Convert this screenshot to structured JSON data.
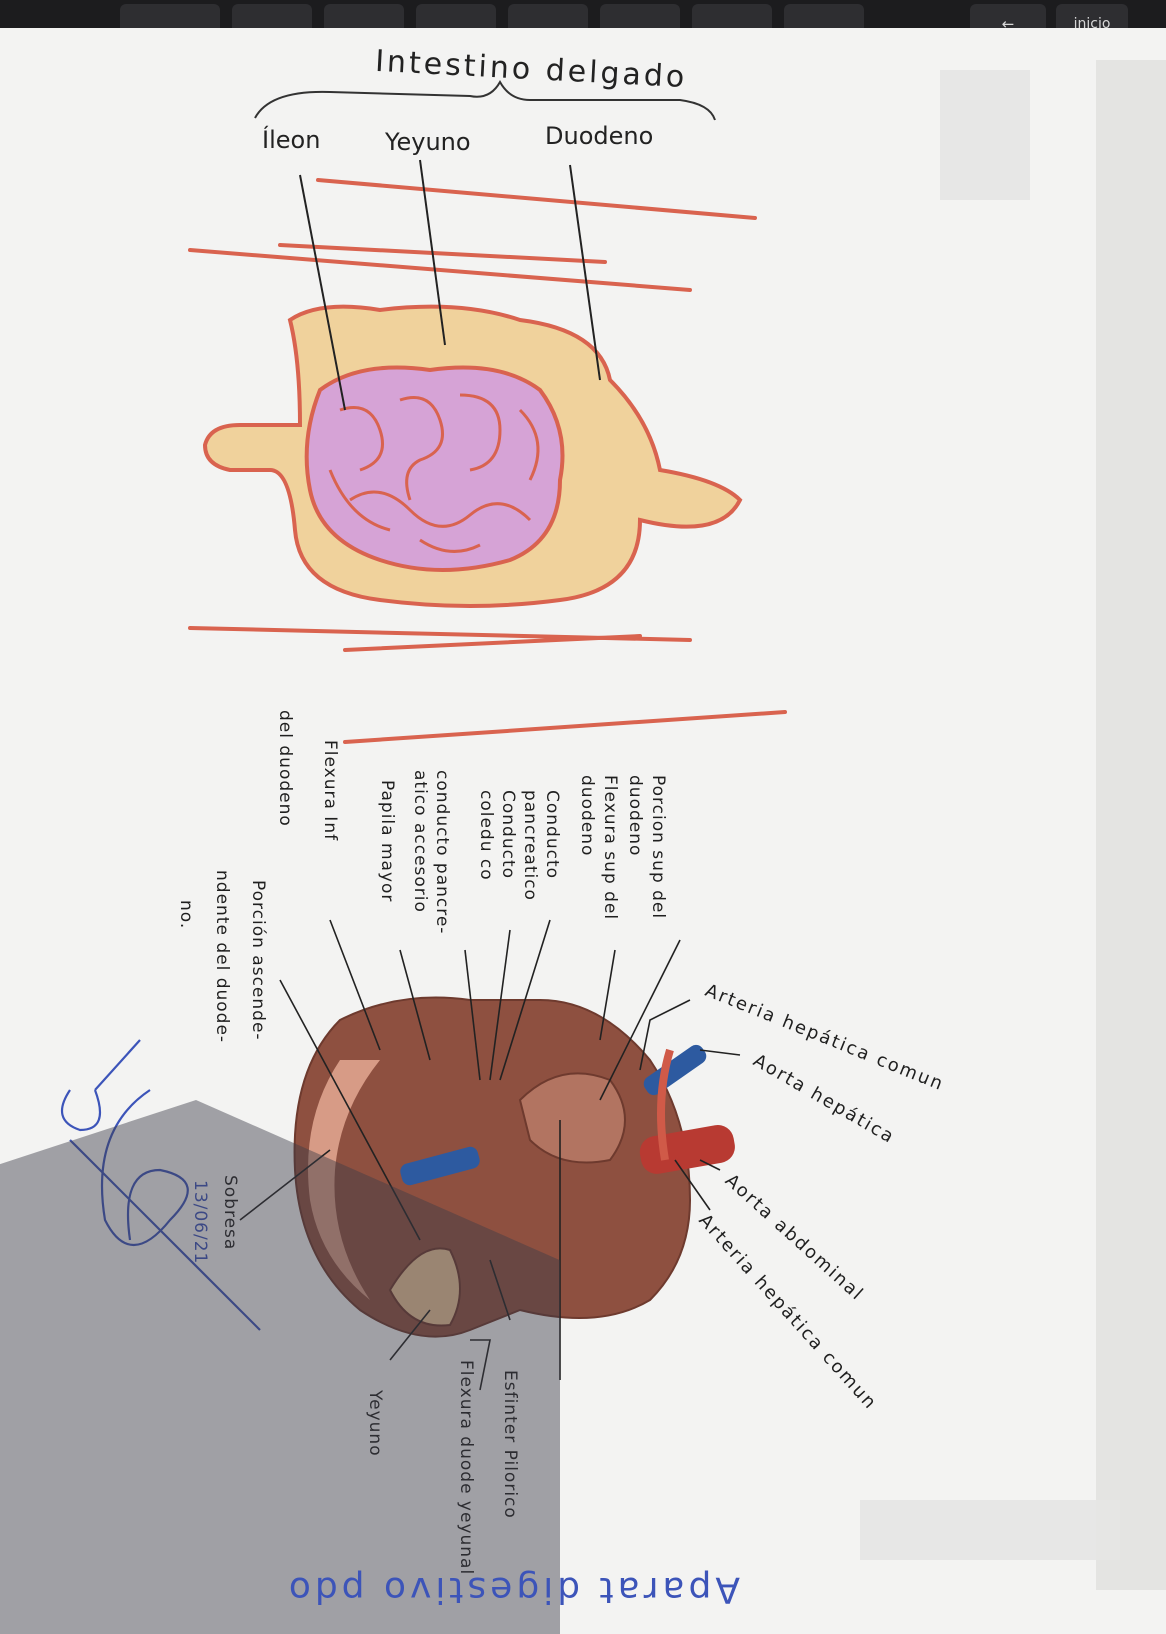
{
  "keyboard": {
    "enter_key": "←",
    "home_key": "inicio"
  },
  "drawing": {
    "title": "Intestino delgado",
    "labels": {
      "ileon": "Íleon",
      "yeyuno": "Yeyuno",
      "duodeno": "Duodeno"
    }
  },
  "diagram": {
    "left_labels": [
      "Porcion sup del",
      "duodeno",
      "Flexura sup del",
      "duodeno",
      "Conducto",
      "pancreatico",
      "Conducto",
      "coledu co",
      "conducto pancre-",
      "atico accesorio",
      "Papila mayor",
      "Flexura Inf",
      "del duodeno",
      "Porción ascende-",
      "ndente del duode-",
      "no."
    ],
    "right_labels": {
      "arteria_hepatica_comun": "Arteria hepática comun",
      "aorta_hepatica": "Aorta hepática",
      "aorta_abdominal": "Aorta abdominal",
      "arteria_hepatica_comun_2": "Arteria hepática comun"
    },
    "bottom_labels": {
      "esfinter": "Esfinter Pilorico",
      "flexura": "Flexura duode yeyunal",
      "yeyuno": "Yeyuno",
      "sobresa": "Sobresa"
    },
    "signature_date": "13/06/21"
  },
  "footer_text": "Aparat digestivo pdo",
  "colors": {
    "pen_red": "#d9634f",
    "ileum_pink": "#d6a3d6",
    "duodenum_tan": "#f0d29c",
    "pen_blue": "#3c54b9",
    "organ_brown": "#8e5040",
    "vessel_blue": "#2d5aa0",
    "vessel_red": "#b83a32"
  }
}
